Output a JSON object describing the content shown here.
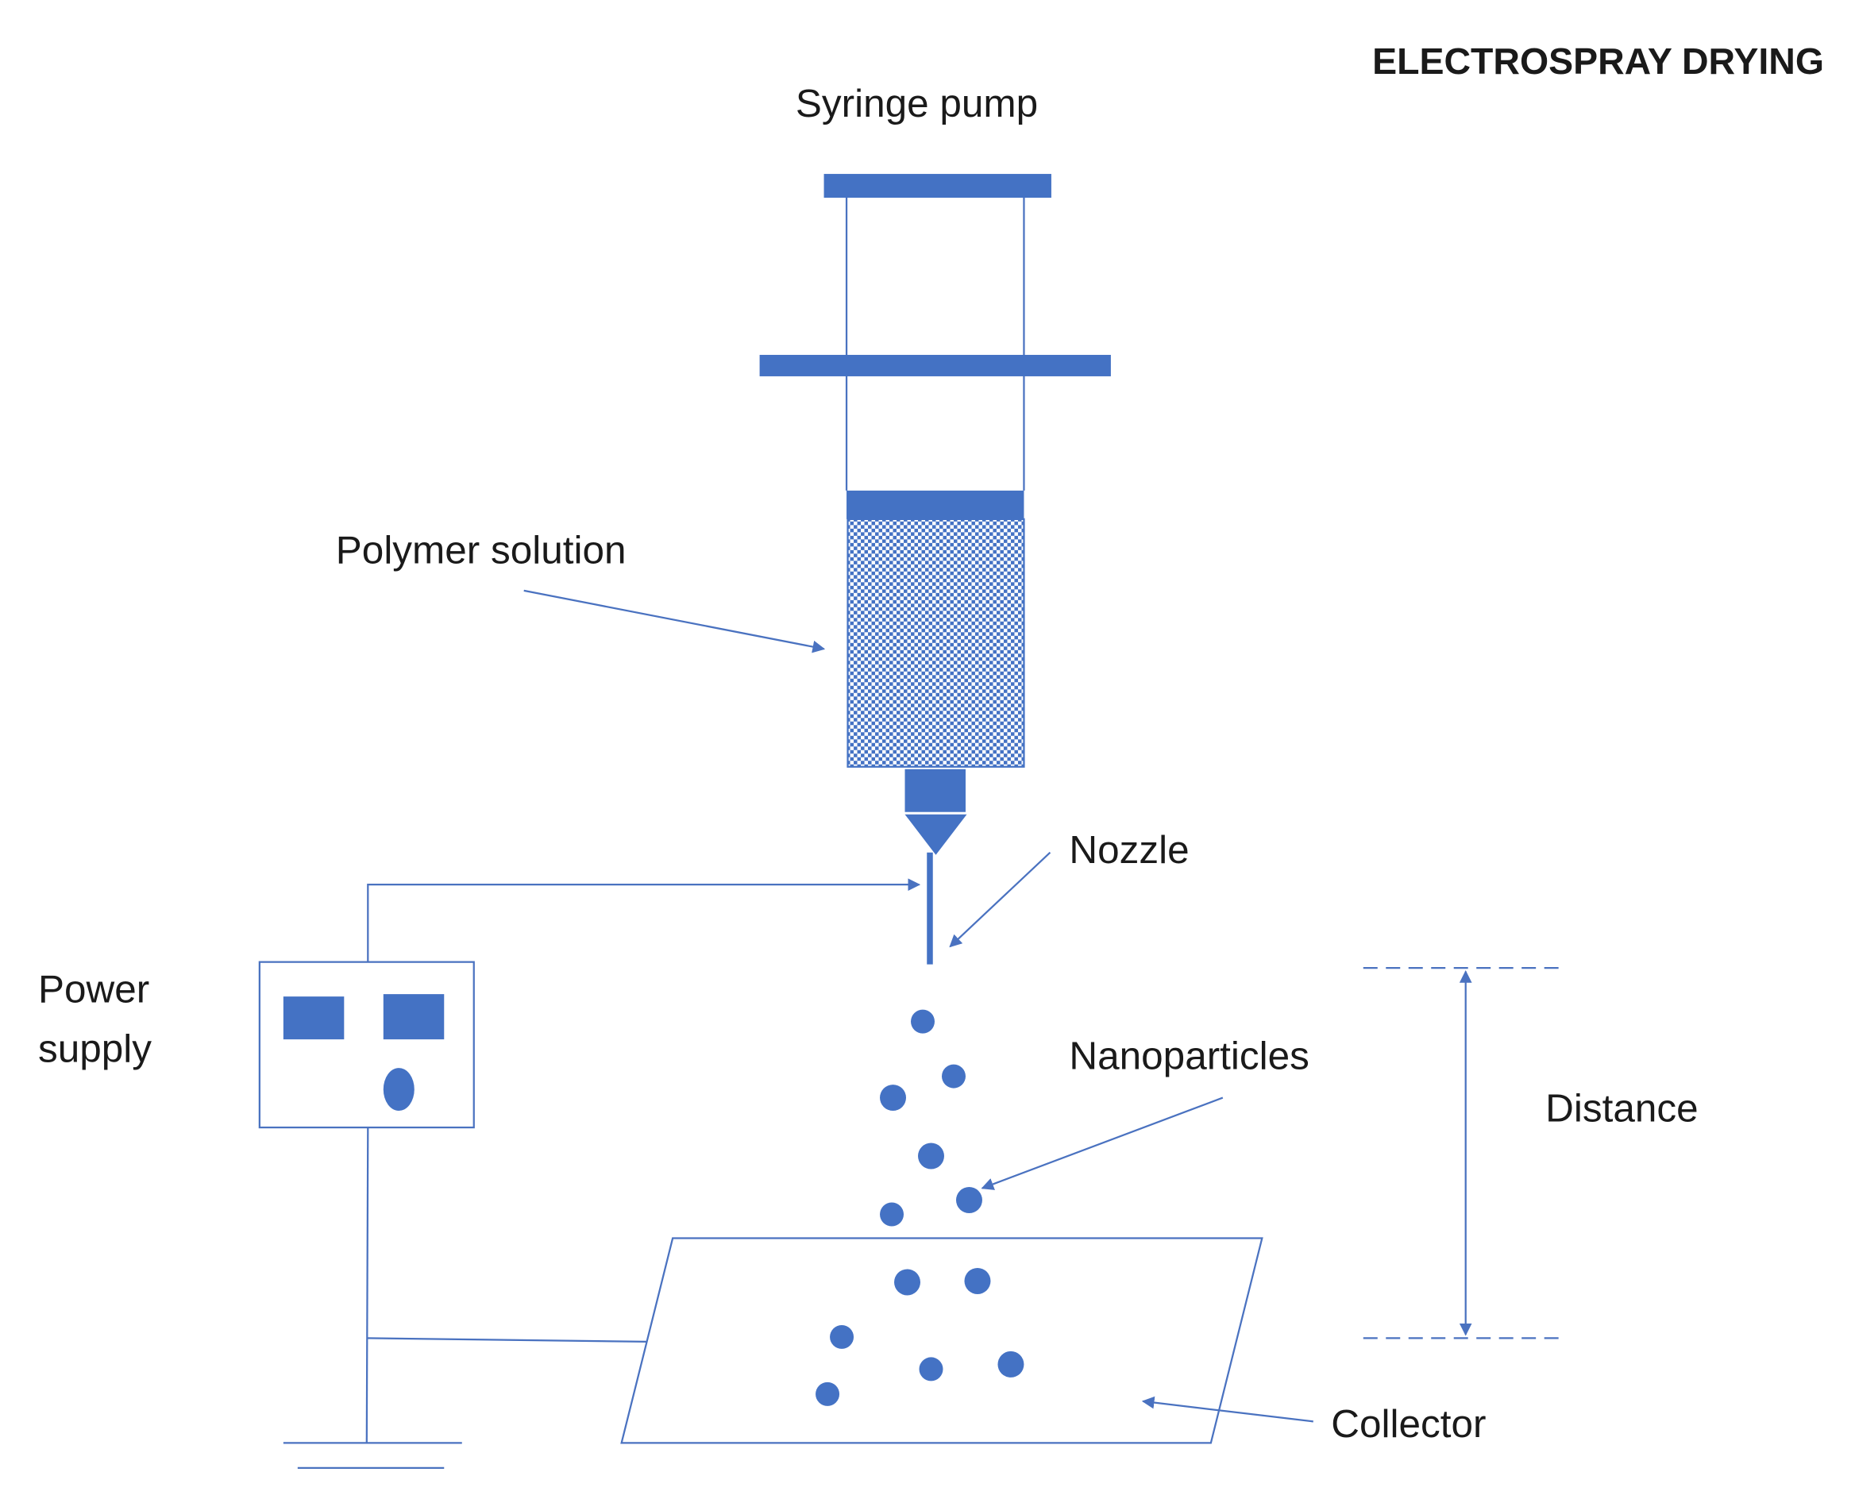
{
  "title": "ELECTROSPRAY DRYING",
  "labels": {
    "syringe_pump": "Syringe pump",
    "polymer_solution": "Polymer solution",
    "nozzle": "Nozzle",
    "power_supply_line1": "Power",
    "power_supply_line2": "supply",
    "nanoparticles": "Nanoparticles",
    "distance": "Distance",
    "collector": "Collector"
  },
  "colors": {
    "fill": "#4472c4",
    "line": "#4a72c0",
    "text": "#1a1a1a"
  }
}
